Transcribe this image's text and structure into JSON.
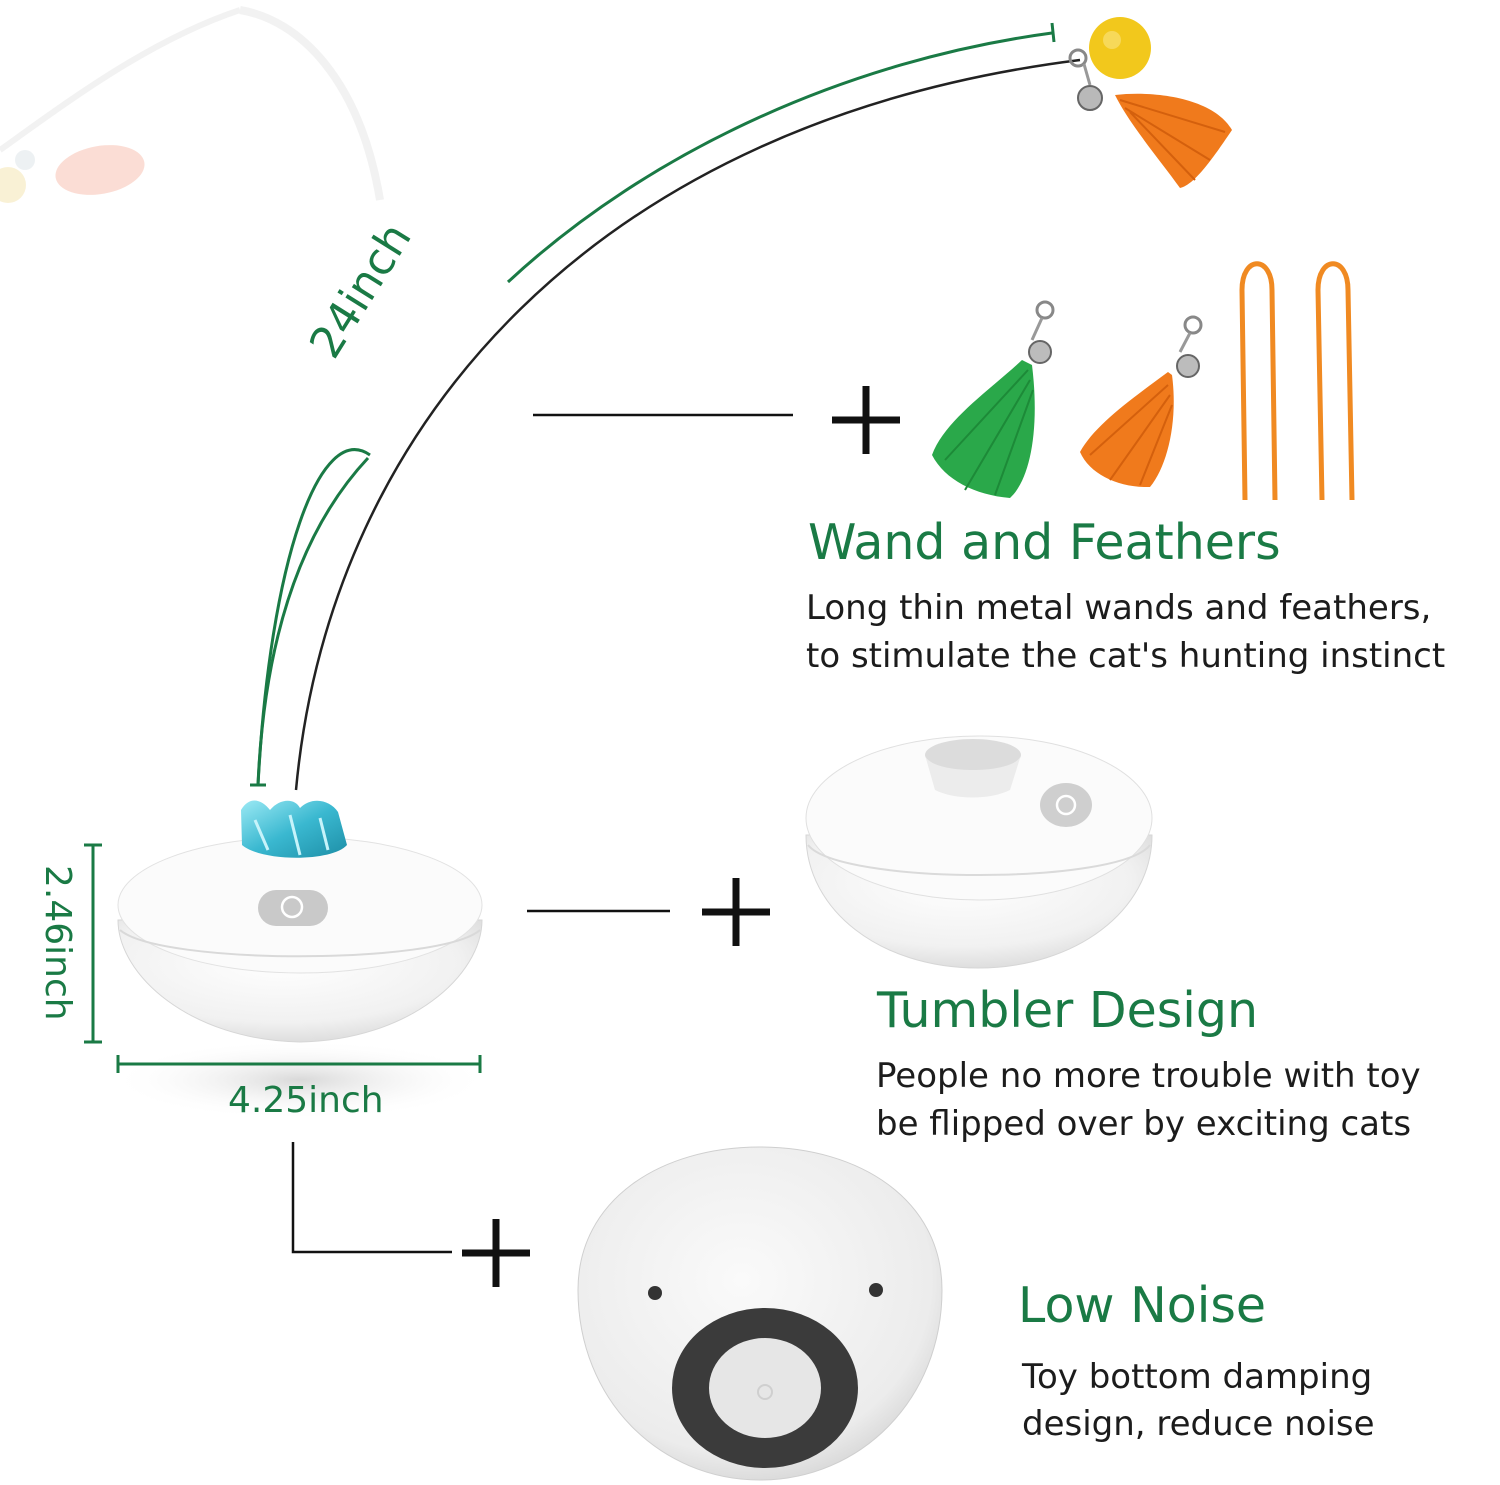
{
  "measurements": {
    "wand_length": "24inch",
    "height": "2.46inch",
    "width": "4.25inch"
  },
  "features": [
    {
      "title": "Wand and Feathers",
      "description_lines": [
        "Long thin metal wands and feathers,",
        "to stimulate the cat's hunting instinct"
      ]
    },
    {
      "title": "Tumbler Design",
      "description_lines": [
        "People no more trouble with toy",
        "be flipped over by exciting cats"
      ]
    },
    {
      "title": "Low Noise",
      "description_lines": [
        "Toy bottom damping",
        "design, reduce noise"
      ]
    }
  ],
  "colors": {
    "accent_green": "#1a7a45",
    "feather_orange": "#f07a1c",
    "feather_green": "#2aa84a",
    "ball_yellow": "#f2c81c",
    "light_blue": "#4fc6dc"
  }
}
